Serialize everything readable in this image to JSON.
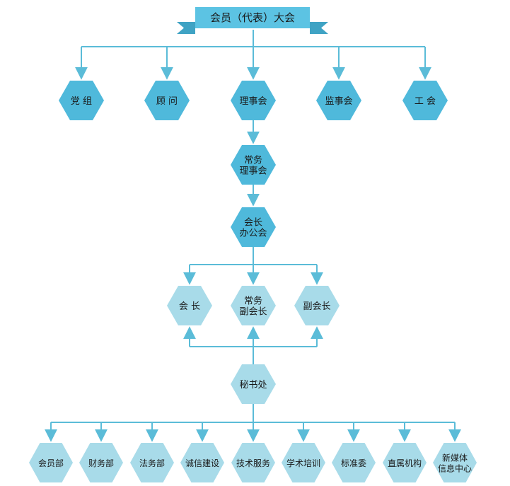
{
  "diagram": {
    "title": "会员（代表）大会",
    "colors": {
      "line": "#5bbcd8",
      "hex_dark": "#4fb9db",
      "hex_light": "#a8dbe9",
      "ribbon": "#5cc3e3",
      "ribbon_fold": "#3fa3c4",
      "text": "#1a1a1a"
    },
    "level1": [
      {
        "id": "party",
        "lines": [
          "党 组"
        ]
      },
      {
        "id": "advisor",
        "lines": [
          "顾 问"
        ]
      },
      {
        "id": "council",
        "lines": [
          "理事会"
        ]
      },
      {
        "id": "supervisory",
        "lines": [
          "监事会"
        ]
      },
      {
        "id": "union",
        "lines": [
          "工 会"
        ]
      }
    ],
    "standing_council": {
      "lines": [
        "常务",
        "理事会"
      ]
    },
    "president_office": {
      "lines": [
        "会长",
        "办公会"
      ]
    },
    "level4": [
      {
        "id": "president",
        "lines": [
          "会 长"
        ]
      },
      {
        "id": "exec-vice-president",
        "lines": [
          "常务",
          "副会长"
        ]
      },
      {
        "id": "vice-president",
        "lines": [
          "副会长"
        ]
      }
    ],
    "secretariat": {
      "lines": [
        "秘书处"
      ]
    },
    "departments": [
      {
        "id": "membership",
        "lines": [
          "会员部"
        ]
      },
      {
        "id": "finance",
        "lines": [
          "财务部"
        ]
      },
      {
        "id": "legal",
        "lines": [
          "法务部"
        ]
      },
      {
        "id": "integrity",
        "lines": [
          "诚信建设"
        ]
      },
      {
        "id": "tech-service",
        "lines": [
          "技术服务"
        ]
      },
      {
        "id": "training",
        "lines": [
          "学术培训"
        ]
      },
      {
        "id": "standards",
        "lines": [
          "标准委"
        ]
      },
      {
        "id": "affiliates",
        "lines": [
          "直属机构"
        ]
      },
      {
        "id": "new-media",
        "lines": [
          "新媒体",
          "信息中心"
        ]
      }
    ]
  }
}
